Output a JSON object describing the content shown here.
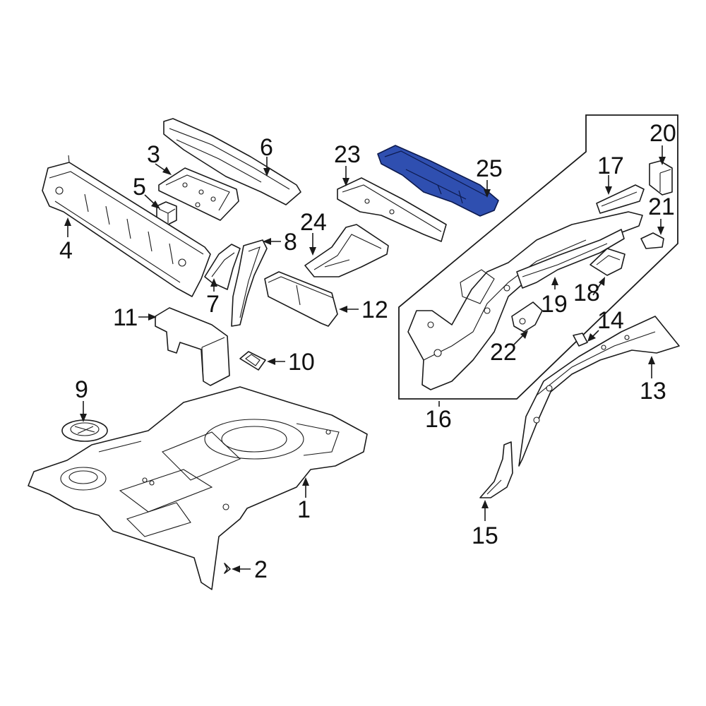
{
  "callouts": {
    "c1": "1",
    "c2": "2",
    "c3": "3",
    "c4": "4",
    "c5": "5",
    "c6": "6",
    "c7": "7",
    "c8": "8",
    "c9": "9",
    "c10": "10",
    "c11": "11",
    "c12": "12",
    "c13": "13",
    "c14": "14",
    "c15": "15",
    "c16": "16",
    "c17": "17",
    "c18": "18",
    "c19": "19",
    "c20": "20",
    "c21": "21",
    "c22": "22",
    "c23": "23",
    "c24": "24",
    "c25": "25"
  },
  "highlighted_part": "25",
  "colors": {
    "highlight": "#2f4fb0",
    "line": "#1a1a1a",
    "background": "#ffffff"
  }
}
